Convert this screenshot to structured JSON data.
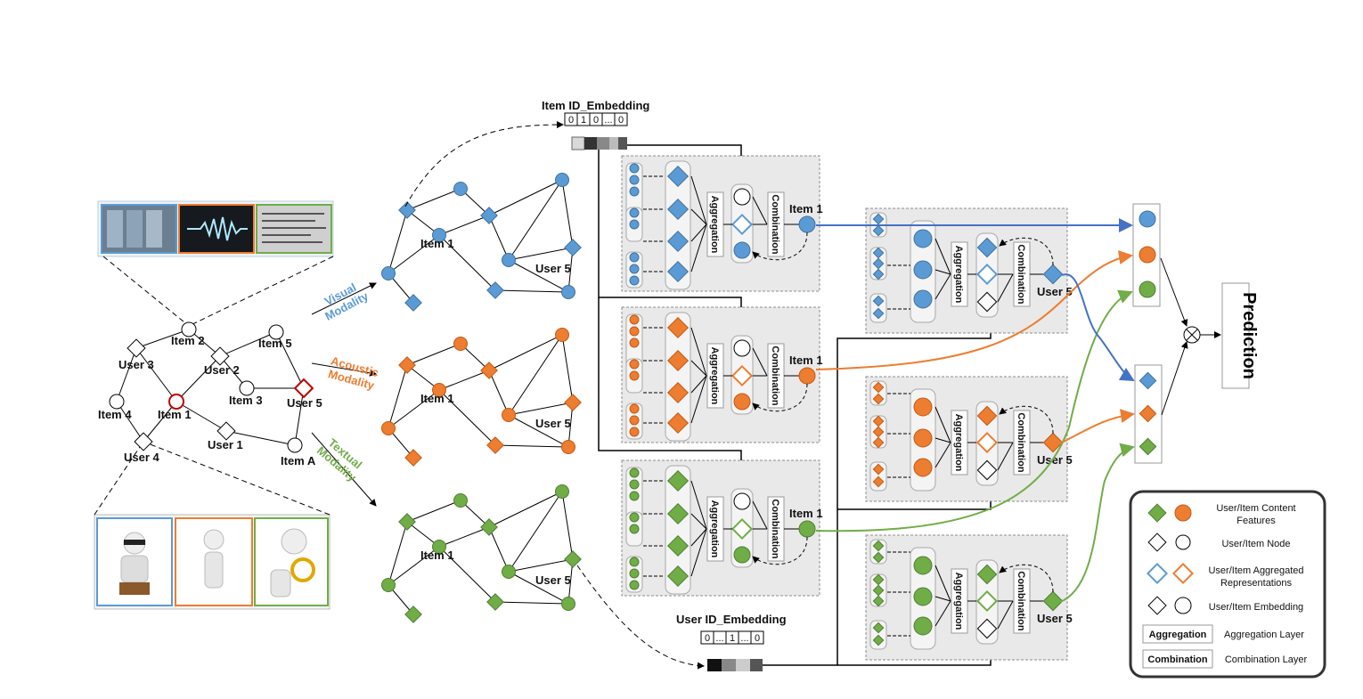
{
  "colors": {
    "visual": "#5b9bd5",
    "acoustic": "#ed7d31",
    "textual": "#70ad47",
    "red": "#c00000"
  },
  "graph": {
    "nodes": {
      "item2": "Item 2",
      "item5": "Item 5",
      "user3": "User 3",
      "user2": "User 2",
      "item3": "Item 3",
      "item4": "Item 4",
      "item1": "Item 1",
      "user5": "User 5",
      "user1": "User 1",
      "user4": "User 4",
      "itemA": "Item A"
    }
  },
  "modalities": {
    "visual": "Visual\nModality",
    "acoustic": "Acoustic\nModality",
    "textual": "Textual\nModality"
  },
  "subgraphs": {
    "item_label": "Item 1",
    "user_label": "User 5"
  },
  "embeddings": {
    "item": {
      "title": "Item ID_Embedding",
      "cells": [
        "0",
        "1",
        "0",
        "...",
        "0"
      ]
    },
    "user": {
      "title": "User ID_Embedding",
      "cells": [
        "0",
        "...",
        "1",
        "...",
        "0"
      ]
    }
  },
  "layers": {
    "aggregation": "Aggregation",
    "combination": "Combination"
  },
  "outputs": {
    "item": "Item 1",
    "user": "User 5"
  },
  "prediction": "Prediction",
  "legend": [
    {
      "text": "User/Item Content\nFeatures"
    },
    {
      "text": "User/Item Node"
    },
    {
      "text": "User/Item Aggregated\nRepresentations"
    },
    {
      "text": "User/Item Embedding"
    },
    {
      "key": "Aggregation",
      "text": "Aggregation Layer"
    },
    {
      "key": "Combination",
      "text": "Combination Layer"
    }
  ]
}
